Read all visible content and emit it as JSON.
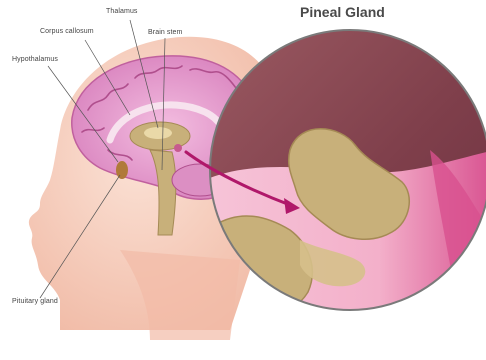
{
  "diagram": {
    "title": "Pineal Gland",
    "labels": {
      "thalamus": "Thalamus",
      "corpus_callosum": "Corpus callosum",
      "brain_stem": "Brain stem",
      "hypothalamus": "Hypothalamus",
      "pituitary_gland": "Pituitary gland"
    },
    "colors": {
      "skin": "#f4c4b0",
      "brain": "#e89ccf",
      "thalamus": "#c8b07a",
      "magnifier_dark": "#8a4a55",
      "arrow": "#b0186a"
    }
  }
}
